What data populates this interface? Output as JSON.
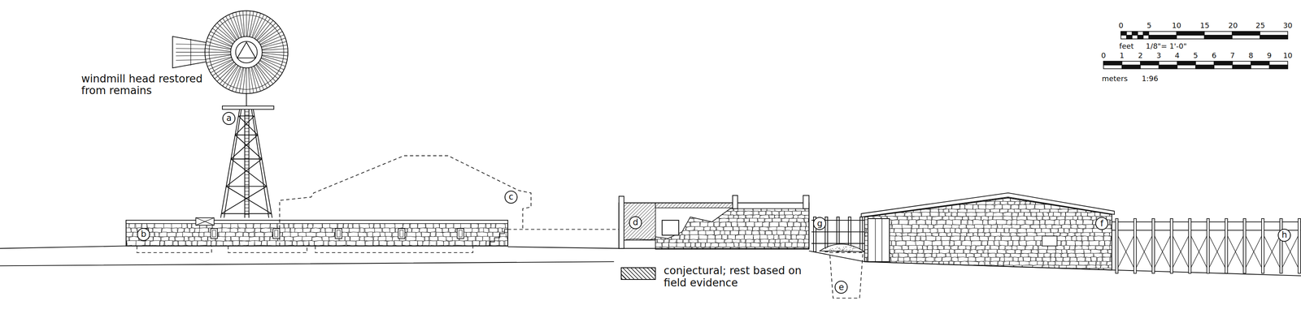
{
  "diagram": {
    "nodes": [
      {
        "text": [
          "a"
        ]
      },
      {
        "text": [
          "b"
        ]
      },
      {
        "text": [
          "c"
        ]
      },
      {
        "text": [
          "d"
        ]
      },
      {
        "text": [
          "e"
        ]
      },
      {
        "text": [
          "f"
        ]
      },
      {
        "text": [
          "g"
        ]
      },
      {
        "text": [
          "h"
        ]
      }
    ],
    "labels": [
      "windmill head restored from remains",
      "0",
      "5",
      "10",
      "15",
      "20",
      "25",
      "30",
      "feet",
      "1/8\"= 1'-0\"",
      "0",
      "1",
      "2",
      "3",
      "4",
      "5",
      "6",
      "7",
      "8",
      "9",
      "10",
      "meters",
      "1:96"
    ],
    "legend": [
      {
        "text": "conjectural; rest based on field evidence"
      }
    ]
  }
}
